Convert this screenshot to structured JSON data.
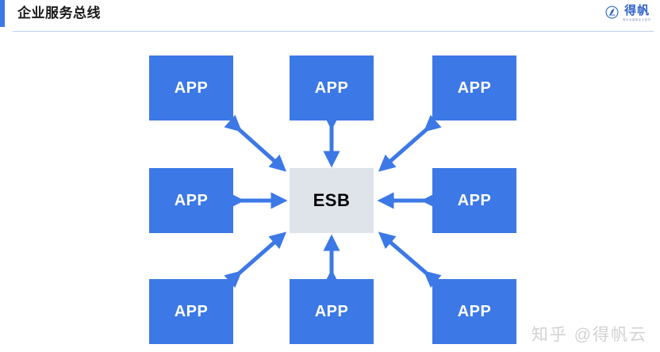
{
  "header": {
    "title": "企业服务总线",
    "accent_color": "#3c78e6",
    "divider_color": "#b9cfe8",
    "logo": {
      "icon": "sail-circle-logo-icon",
      "text": "得帆",
      "subtitle": "用中台重新定义软件",
      "color": "#2f63c7"
    }
  },
  "diagram": {
    "type": "hub-and-spoke",
    "center": {
      "label": "ESB",
      "fill": "#dfe3ea",
      "text_color": "#000000"
    },
    "node_fill": "#3c78e6",
    "node_text_color": "#ffffff",
    "arrow_color": "#3c78e6",
    "nodes": [
      {
        "id": "app-top-left",
        "label": "APP",
        "row": 0,
        "col": 0
      },
      {
        "id": "app-top-center",
        "label": "APP",
        "row": 0,
        "col": 1
      },
      {
        "id": "app-top-right",
        "label": "APP",
        "row": 0,
        "col": 2
      },
      {
        "id": "app-middle-left",
        "label": "APP",
        "row": 1,
        "col": 0
      },
      {
        "id": "app-middle-right",
        "label": "APP",
        "row": 1,
        "col": 2
      },
      {
        "id": "app-bottom-left",
        "label": "APP",
        "row": 2,
        "col": 0
      },
      {
        "id": "app-bottom-center",
        "label": "APP",
        "row": 2,
        "col": 1
      },
      {
        "id": "app-bottom-right",
        "label": "APP",
        "row": 2,
        "col": 2
      }
    ],
    "connections": [
      {
        "from": "app-top-left",
        "to": "ESB",
        "style": "double-headed"
      },
      {
        "from": "app-top-center",
        "to": "ESB",
        "style": "double-headed"
      },
      {
        "from": "app-top-right",
        "to": "ESB",
        "style": "double-headed"
      },
      {
        "from": "app-middle-left",
        "to": "ESB",
        "style": "double-headed"
      },
      {
        "from": "app-middle-right",
        "to": "ESB",
        "style": "double-headed"
      },
      {
        "from": "app-bottom-left",
        "to": "ESB",
        "style": "double-headed"
      },
      {
        "from": "app-bottom-center",
        "to": "ESB",
        "style": "double-headed"
      },
      {
        "from": "app-bottom-right",
        "to": "ESB",
        "style": "double-headed"
      }
    ]
  },
  "watermark": {
    "text": "知乎 @得帆云"
  }
}
